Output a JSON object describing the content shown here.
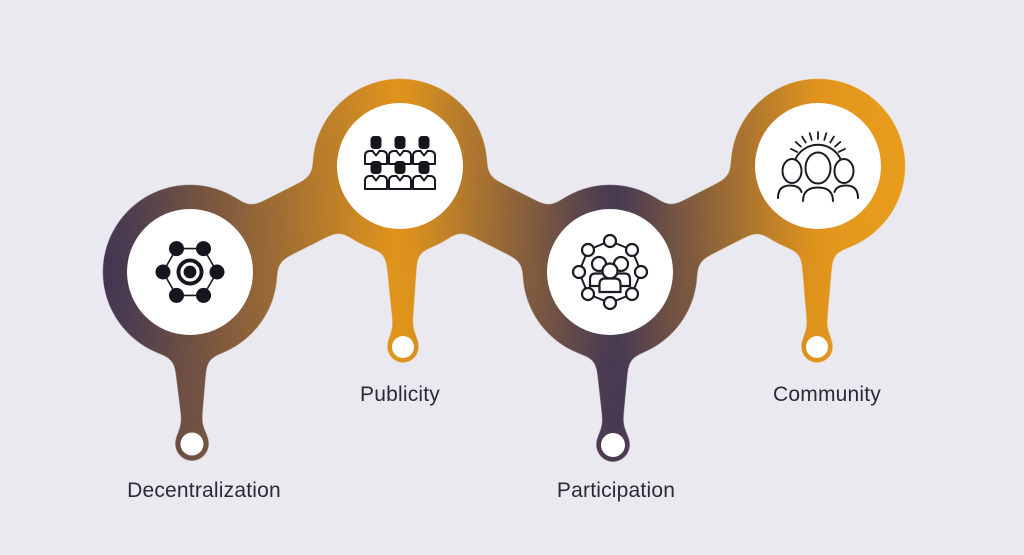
{
  "diagram": {
    "type": "metaball-chain-infographic",
    "background_color": "#eae9ef",
    "palette": {
      "gradient_purple": "#3e3354",
      "gradient_orange": "#e2951c",
      "gradient_orange_bright": "#f0a81f",
      "node_fill": "#ffffff",
      "icon_ink": "#1d1a24",
      "label_color": "#2d2936"
    },
    "nodes": [
      {
        "label": "Decentralization",
        "icon": "decentralized-network-icon",
        "row": "bottom"
      },
      {
        "label": "Publicity",
        "icon": "audience-crowd-icon",
        "row": "top"
      },
      {
        "label": "Participation",
        "icon": "people-network-icon",
        "row": "bottom"
      },
      {
        "label": "Community",
        "icon": "community-sunrise-icon",
        "row": "top"
      }
    ]
  }
}
